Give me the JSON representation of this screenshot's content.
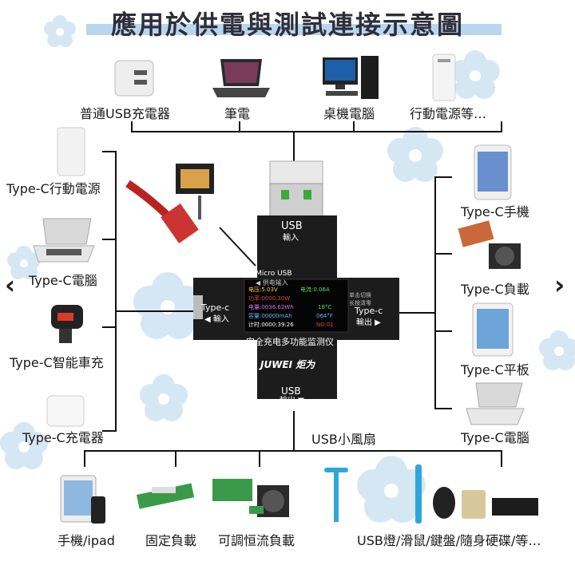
{
  "title": "應用於供電與測試連接示意圖",
  "top_row": [
    "普通USB充電器",
    "筆電",
    "桌機電腦",
    "行動電源等…"
  ],
  "left_col": [
    "Type-C行動電源",
    "Type-C電腦",
    "Type-C智能車充",
    "Type-C充電器"
  ],
  "right_col": [
    "Type-C手機",
    "Type-C負載",
    "Type-C平板",
    "Type-C電腦"
  ],
  "bottom_row": [
    "手機/ipad",
    "固定負載",
    "可調恒流負載",
    "USB燈/滑鼠/鍵盤/隨身硬碟/等…"
  ],
  "bottom_fan": "USB小風扇",
  "device": {
    "usb_in": "USB",
    "usb_in_sub": "輸入",
    "micro_usb": "Micro USB",
    "micro_usb_sub": "◀ 供电输入",
    "typec_in": "Type-c",
    "typec_in_sub": "◀ 輸入",
    "typec_out": "Type-c",
    "typec_out_sub": "輸出 ▶",
    "usb_out": "USB",
    "usb_out_sub": "輸出 ▼",
    "tag": "安全充电多功能监测仪",
    "brand": "JUWEI 炬为",
    "side_btn1": "单击切换",
    "side_btn2": "长按清零",
    "screen": {
      "voltage": "电压:5.03V",
      "current": "电流:0.06A",
      "power": "功率:0000.30W",
      "energy": "电量:0036.62Wh",
      "temp": "18°C",
      "capacity": "容量:00000mAh",
      "temp_f": "064°F",
      "timer": "计时:0000:39:26",
      "group": "NO.01"
    }
  },
  "nav": {
    "prev": "‹",
    "next": "›"
  },
  "colors": {
    "line": "#111111",
    "title_bar": "#b8d6ee",
    "flower": "#cfe3f3"
  }
}
